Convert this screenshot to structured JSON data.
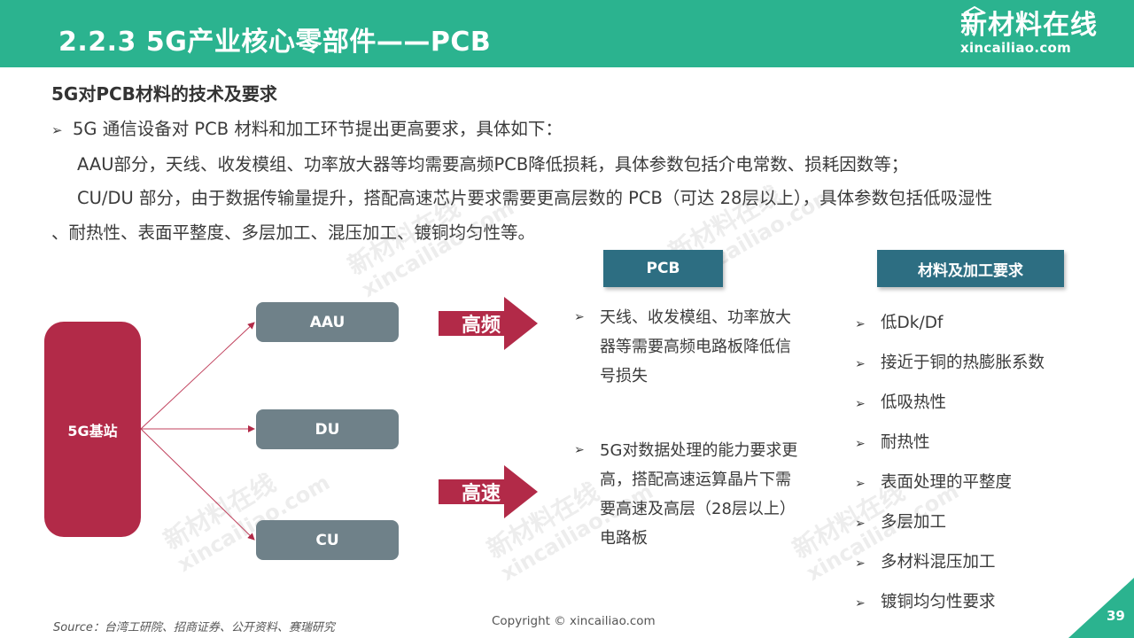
{
  "header": {
    "title": "2.2.3 5G产业核心零部件——PCB",
    "logo_text": "新材料在线",
    "logo_domain": "xincailiao.com",
    "bg_color": "#2bb38f"
  },
  "content": {
    "subtitle": "5G对PCB材料的技术及要求",
    "paragraphs": [
      "5G 通信设备对 PCB 材料和加工环节提出更高要求，具体如下：",
      "AAU部分，天线、收发模组、功率放大器等均需要高频PCB降低损耗，具体参数包括介电常数、损耗因数等；",
      "CU/DU 部分，由于数据传输量提升，搭配高速芯片要求需要更高层数的 PCB（可达 28层以上），具体参数包括低吸湿性",
      "、耐热性、表面平整度、多层加工、混压加工、镀铜均匀性等。"
    ]
  },
  "diagram": {
    "root": "5G基站",
    "nodes": [
      "AAU",
      "DU",
      "CU"
    ],
    "arrows": [
      "高频",
      "高速"
    ],
    "pcb_header": "PCB",
    "material_header": "材料及加工要求",
    "pcb_items": [
      "天线、收发模组、功率放大器等需要高频电路板降低信号损失",
      "5G对数据处理的能力要求更高，搭配高速运算晶片下需要高速及高层（28层以上）电路板"
    ],
    "requirements": [
      "低Dk/Df",
      "接近于铜的热膨胀系数",
      "低吸热性",
      "耐热性",
      "表面处理的平整度",
      "多层加工",
      "多材料混压加工",
      "镀铜均匀性要求"
    ],
    "colors": {
      "root": "#b22a48",
      "node": "#6f8189",
      "arrow": "#b22a48",
      "header": "#2d6e82"
    }
  },
  "footer": {
    "source": "Source：台湾工研院、招商证券、公开资料、赛瑞研究",
    "copyright": "Copyright © xincailiao.com",
    "page_number": "39"
  },
  "watermark": {
    "line1": "新材料在线",
    "line2": "xincailiao.com"
  }
}
